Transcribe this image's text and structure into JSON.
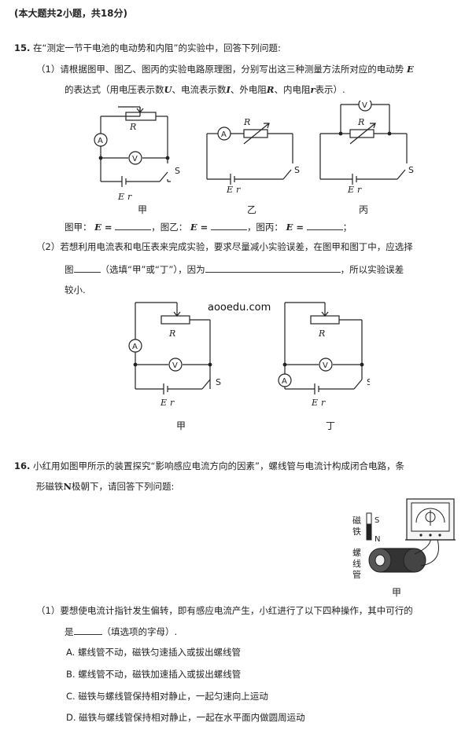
{
  "section_header": "(本大题共2小题，共18分)",
  "q15": {
    "number": "15.",
    "stem": "在“测定一节干电池的电动势和内阻”的实验中，回答下列问题:",
    "p1_line1": "（1）请根据图甲、图乙、图丙的实验电路原理图，分别写出这三种测量方法所对应的电动势",
    "p1_E": "E",
    "p1_line2_a": "的表达式（用电压表示数",
    "p1_U": "U",
    "p1_line2_b": "、电流表示数",
    "p1_I": "I",
    "p1_line2_c": "、外电阻",
    "p1_R": "R",
    "p1_line2_d": "、内电阻",
    "p1_r": "r",
    "p1_line2_e": "表示）.",
    "answer_line": {
      "jia": "图甲：",
      "yi": "，图乙：",
      "bing": "，图丙：",
      "eq": "E =",
      "end": "；"
    },
    "p2_line1": "（2）若想利用电流表和电压表来完成实验，要求尽量减小实验误差，在图甲和图丁中，应选择",
    "p2_line2_a": "图",
    "p2_line2_b": "（选填“甲”或“丁”），因为",
    "p2_line2_c": "，所以实验误差",
    "p2_line3": "较小.",
    "watermark": "aooedu.com",
    "circuit_labels": {
      "A": "A",
      "V": "V",
      "R": "R",
      "S": "S",
      "E": "E",
      "r": "r"
    },
    "captions": {
      "jia": "甲",
      "yi": "乙",
      "bing": "丙",
      "jia2": "甲",
      "ding": "丁"
    }
  },
  "q16": {
    "number": "16.",
    "line1": "小红用如图甲所示的装置探究“影响感应电流方向的因素”，螺线管与电流计构成闭合电路，条",
    "line2_a": "形磁铁",
    "line2_N": "N",
    "line2_b": "极朝下，请回答下列问题:",
    "figure": {
      "magnet_label": [
        "磁",
        "铁"
      ],
      "coil_label": [
        "螺",
        "线",
        "管"
      ],
      "S": "S",
      "N": "N",
      "caption": "甲"
    },
    "p1_line1": "（1）要想使电流计指针发生偏转，即有感应电流产生，小红进行了以下四种操作，其中可行的",
    "p1_line2_a": "是",
    "p1_line2_b": "（填选项的字母）.",
    "options": [
      "A. 螺线管不动，磁铁匀速插入或拔出螺线管",
      "B. 螺线管不动，磁铁加速插入或拔出螺线管",
      "C. 磁铁与螺线管保持相对静止，一起匀速向上运动",
      "D. 磁铁与螺线管保持相对静止，一起在水平面内做圆周运动"
    ]
  },
  "colors": {
    "text": "#222222",
    "background": "#ffffff"
  }
}
